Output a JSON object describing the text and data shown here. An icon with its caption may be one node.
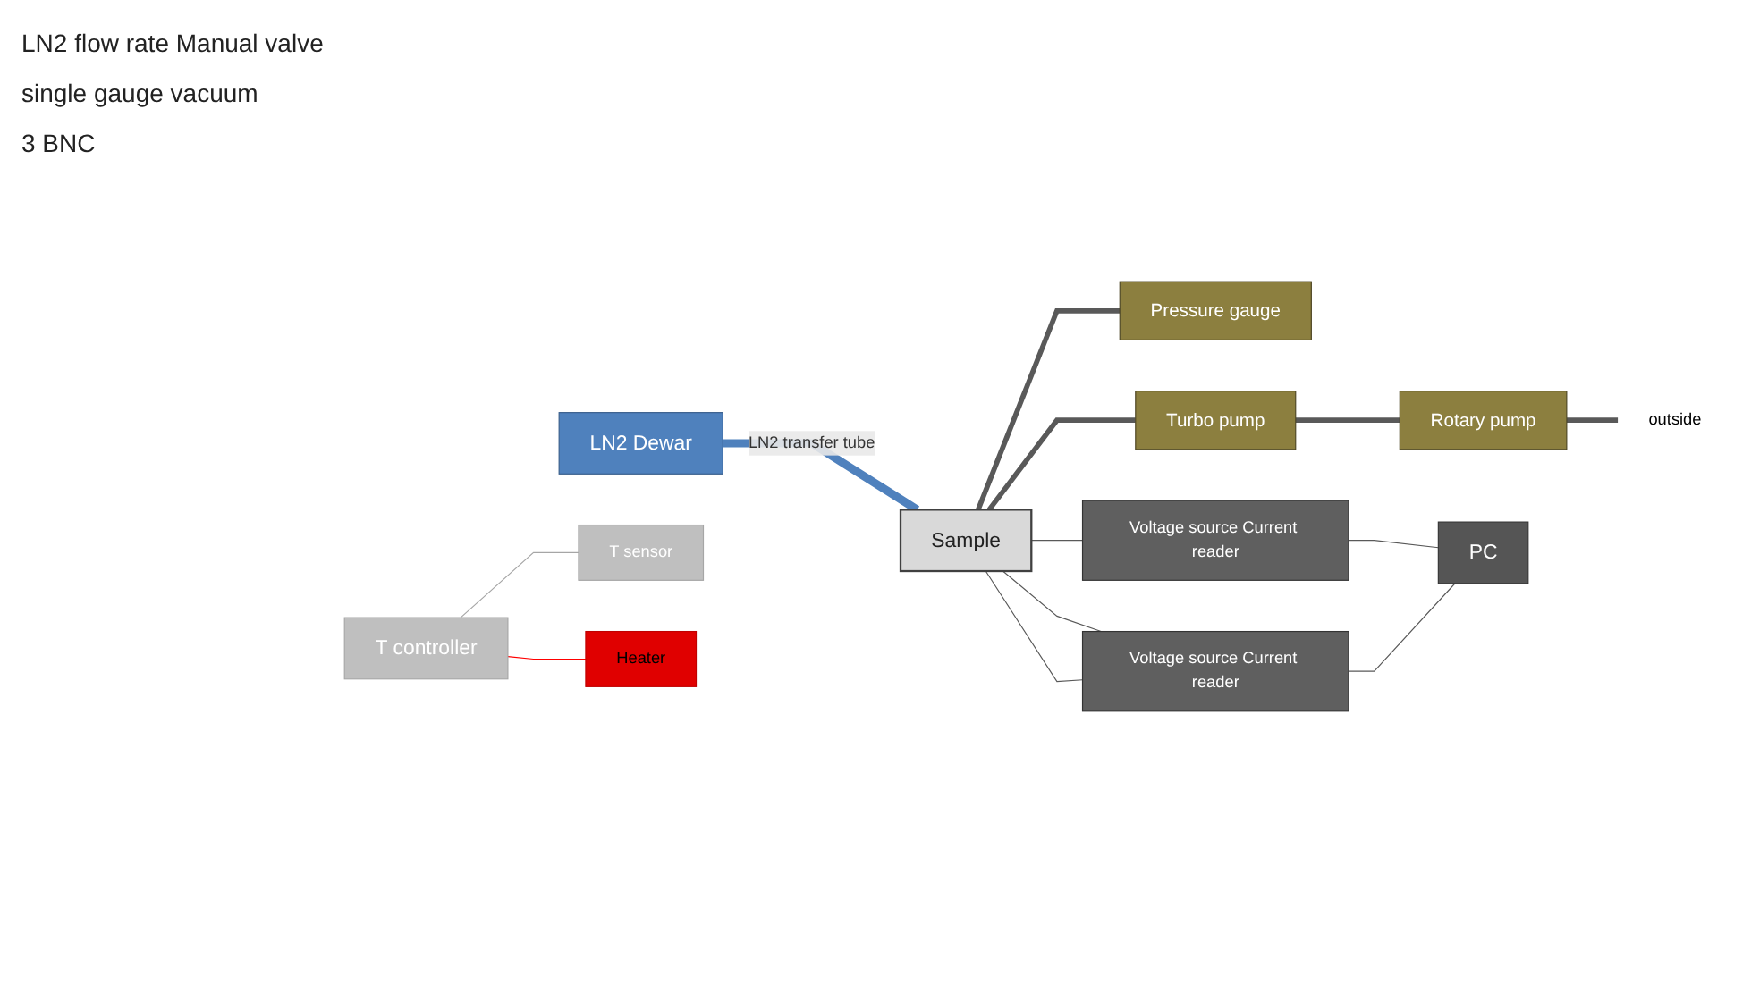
{
  "diagram": {
    "nodes": [
      {
        "text": [
          "LN2 Dewar"
        ]
      },
      {
        "text": [
          "T controller"
        ]
      },
      {
        "text": [
          "T sensor"
        ]
      },
      {
        "text": [
          "Sample"
        ]
      },
      {
        "text": [
          "Heater"
        ]
      },
      {
        "text": [
          "Pressure gauge"
        ]
      },
      {
        "text": [
          "Turbo pump"
        ]
      },
      {
        "text": [
          "Rotary pump"
        ]
      },
      {
        "text": [
          "outside"
        ]
      },
      {
        "text": [
          "Voltage source Current reader"
        ]
      },
      {
        "text": [
          "Voltage source Current reader"
        ]
      },
      {
        "text": [
          "PC"
        ]
      }
    ],
    "edges": [
      {
        "from": 0,
        "to": 3,
        "arrow": "none",
        "label": "LN2 transfer tube",
        "style": "thick",
        "color": "#4f81bd"
      },
      {
        "from": 1,
        "to": 2,
        "arrow": "none",
        "color": "#a6a6a6"
      },
      {
        "from": 1,
        "to": 4,
        "arrow": "none",
        "color": "#ff0000"
      },
      {
        "from": 3,
        "to": 5,
        "arrow": "none",
        "style": "thick"
      },
      {
        "from": 3,
        "to": 6,
        "arrow": "none",
        "style": "thick"
      },
      {
        "from": 6,
        "to": 7,
        "arrow": "none",
        "style": "thick"
      },
      {
        "from": 7,
        "to": 8,
        "arrow": "none",
        "style": "thick"
      },
      {
        "from": 3,
        "to": 9,
        "arrow": "none"
      },
      {
        "from": 3,
        "to": 10,
        "arrow": "none"
      },
      {
        "from": 3,
        "to": 10,
        "arrow": "none"
      },
      {
        "from": 9,
        "to": 11,
        "arrow": "none"
      },
      {
        "from": 10,
        "to": 11,
        "arrow": "none"
      }
    ],
    "labels": [
      "LN2 flow rate Manual valve",
      "single gauge vacuum",
      "3 BNC"
    ]
  }
}
